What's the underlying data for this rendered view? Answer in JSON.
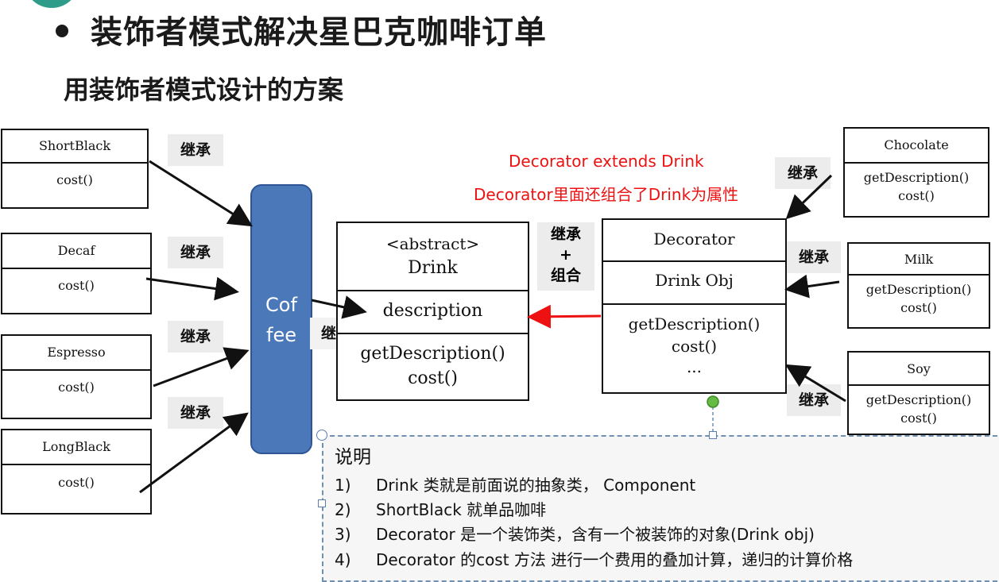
{
  "title": "装饰者模式解决星巴克咖啡订单",
  "subtitle": "用装饰者模式设计的方案",
  "coffees": [
    {
      "name": "ShortBlack",
      "method": "cost()"
    },
    {
      "name": "Decaf",
      "method": "cost()"
    },
    {
      "name": "Espresso",
      "method": "cost()"
    },
    {
      "name": "LongBlack",
      "method": "cost()"
    }
  ],
  "coffee_class": {
    "line1": "Cof",
    "line2": "fee"
  },
  "drink": {
    "stereotype": "<abstract>",
    "name": "Drink",
    "field": "description",
    "method1": "getDescription()",
    "method2": "cost()"
  },
  "decorator": {
    "name": "Decorator",
    "field": "Drink Obj",
    "method1": "getDescription()",
    "method2": "cost()",
    "method3": "..."
  },
  "condiments": [
    {
      "name": "Chocolate",
      "method1": "getDescription()",
      "method2": "cost()"
    },
    {
      "name": "Milk",
      "method1": "getDescription()",
      "method2": "cost()"
    },
    {
      "name": "Soy",
      "method1": "getDescription()",
      "method2": "cost()"
    }
  ],
  "tags": {
    "inherit": "继承",
    "inherit_compose_1": "继承",
    "inherit_compose_2": "+",
    "inherit_compose_3": "组合"
  },
  "red_notes": {
    "line1": "Decorator extends Drink",
    "line2": "Decorator里面还组合了Drink为属性"
  },
  "notes": {
    "heading": "说明",
    "items": [
      {
        "num": "1)",
        "text": "Drink 类就是前面说的抽象类， Component"
      },
      {
        "num": "2)",
        "text": "ShortBlack 就单品咖啡"
      },
      {
        "num": "3)",
        "text": "Decorator 是一个装饰类，含有一个被装饰的对象(Drink obj)"
      },
      {
        "num": "4)",
        "text": "Decorator 的cost 方法 进行一个费用的叠加计算，递归的计算价格"
      }
    ]
  },
  "colors": {
    "coffee_fill": "#4a78b8",
    "note_text": "#e11111",
    "arrow_red": "#e11111"
  }
}
